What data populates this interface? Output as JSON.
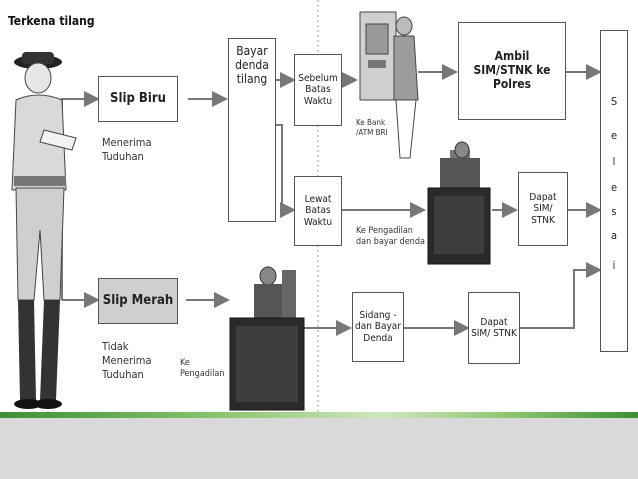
{
  "title": "Terkena tilang",
  "boxes": {
    "slip_biru": "Slip Biru",
    "slip_merah": "Slip Merah",
    "bayar_denda": "Bayar denda tilang",
    "sebelum": "Sebelum Batas Waktu",
    "lewat": "Lewat Batas Waktu",
    "ambil": "Ambil SIM/STNK ke Polres",
    "dapat1": "Dapat SIM/ STNK",
    "sidang": "Sidang - dan Bayar Denda",
    "dapat2": "Dapat SIM/ STNK",
    "selesai": [
      "S",
      "e",
      "l",
      "e",
      "s",
      "a",
      "i"
    ]
  },
  "labels": {
    "menerima": "Menerima Tuduhan",
    "tidak_menerima": "Tidak Menerima Tuduhan",
    "ke_bank": "Ke Bank /ATM BRI",
    "ke_pengadilan_bayar": "Ke Pengadilan dan bayar denda",
    "ke_pengadilan": "Ke Pengadilan"
  },
  "colors": {
    "slip_merah_fill": "#cfcfcf",
    "arrow": "#777777",
    "accent_green": "#5aa34a"
  }
}
